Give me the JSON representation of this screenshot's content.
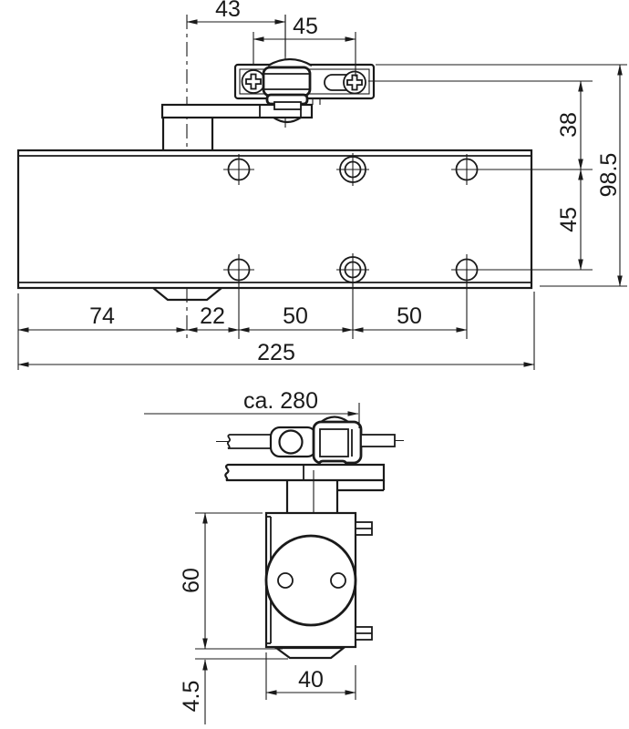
{
  "drawing": {
    "type": "technical dimension drawing - overhead door closer",
    "background": "#ffffff",
    "line_color": "#1a1a1a",
    "views": [
      "top_view",
      "side_view"
    ]
  },
  "dims": {
    "top_view": {
      "pivot_offset": "43",
      "bracket_screw_spacing": "45",
      "rail_to_first_row": "38",
      "overall_height": "98.5",
      "hole_row_spacing": "45",
      "edge_to_spindle": "74",
      "spindle_to_holes": "22",
      "hole_spacing_a": "50",
      "hole_spacing_b": "50",
      "body_length": "225"
    },
    "side_view": {
      "arm_reach": "ca. 280",
      "body_height": "60",
      "body_width": "40",
      "foot_projection": "4.5"
    }
  }
}
